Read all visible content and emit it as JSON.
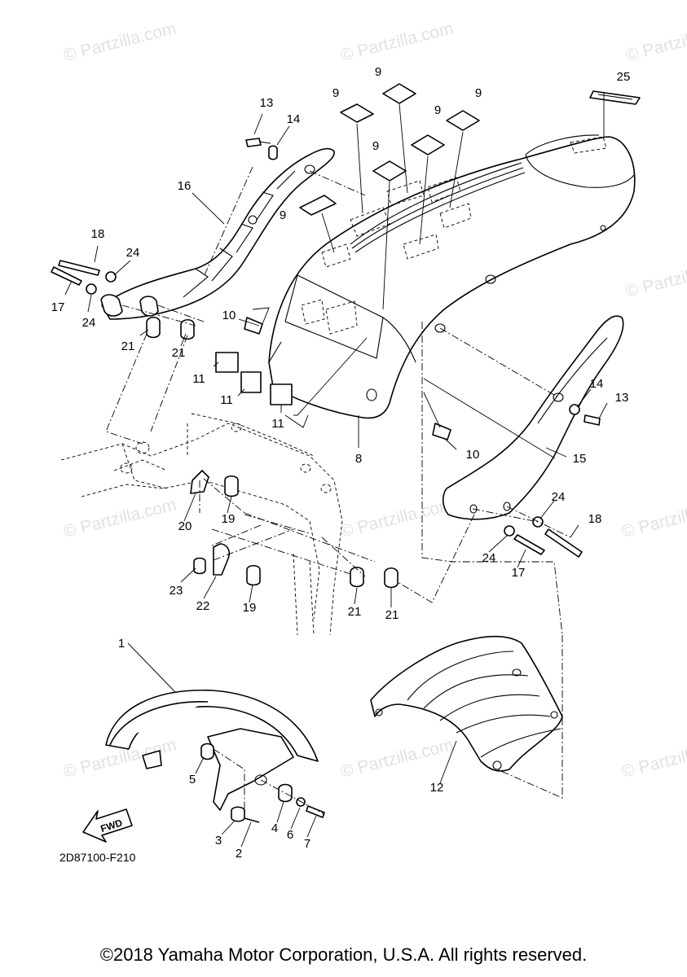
{
  "watermark": "© Partzilla.com",
  "diagram_code": "2D87100-F210",
  "fwd_label": "FWD",
  "copyright": "©2018 Yamaha Motor Corporation, U.S.A. All rights reserved.",
  "callouts": [
    "1",
    "2",
    "3",
    "4",
    "5",
    "6",
    "7",
    "8",
    "9",
    "10",
    "11",
    "12",
    "13",
    "14",
    "15",
    "16",
    "17",
    "18",
    "19",
    "20",
    "21",
    "22",
    "23",
    "24",
    "25"
  ],
  "colors": {
    "line": "#000000",
    "watermark": "#c9c9c9",
    "background": "#ffffff"
  }
}
